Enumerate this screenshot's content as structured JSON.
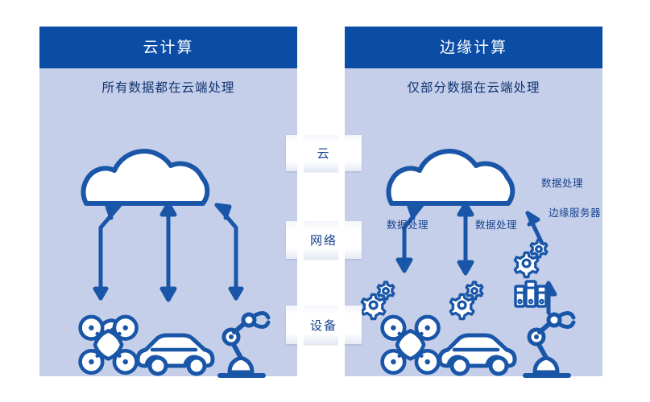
{
  "diagram": {
    "title_left": "云计算",
    "title_right": "边缘计算",
    "colors": {
      "header_blue": "#0b4ca5",
      "panel_background": "#c5cfea",
      "stroke_blue": "#1a56a8",
      "label_blue": "#16418c",
      "icon_fill": "#ffffff",
      "page_background": "#ffffff"
    }
  },
  "left_panel": {
    "header": "云计算",
    "subtitle": "所有数据都在云端处理",
    "cloud_icon": "cloud-icon",
    "devices": [
      {
        "name": "drone",
        "icon": "drone-icon"
      },
      {
        "name": "car",
        "icon": "car-icon"
      },
      {
        "name": "robot-arm",
        "icon": "robot-arm-icon"
      }
    ],
    "arrows": [
      {
        "name": "drone-to-cloud",
        "type": "bidirectional-bent"
      },
      {
        "name": "car-to-cloud",
        "type": "bidirectional-straight"
      },
      {
        "name": "robot-to-cloud",
        "type": "bidirectional-bent"
      }
    ]
  },
  "right_panel": {
    "header": "边缘计算",
    "subtitle": "仅部分数据在云端处理",
    "cloud_icon": "cloud-icon",
    "devices": [
      {
        "name": "drone",
        "icon": "drone-icon"
      },
      {
        "name": "car",
        "icon": "car-icon"
      },
      {
        "name": "robot-arm",
        "icon": "robot-arm-icon"
      }
    ],
    "annotations": [
      {
        "name": "data-processing-drone",
        "icon": "gears-icon",
        "label": "数据处理"
      },
      {
        "name": "data-processing-car",
        "icon": "gears-icon",
        "label": "数据处理"
      },
      {
        "name": "data-processing-edge",
        "icon": "gears-icon",
        "label": "数据处理"
      },
      {
        "name": "edge-server",
        "icon": "server-icon",
        "label": "边缘服务器"
      }
    ],
    "arrows": [
      {
        "name": "drone-to-cloud",
        "type": "bidirectional-bent"
      },
      {
        "name": "car-to-cloud",
        "type": "bidirectional-straight"
      },
      {
        "name": "edge-server-to-cloud",
        "type": "unidirectional-up"
      },
      {
        "name": "robot-to-edge-server",
        "type": "unidirectional-up"
      }
    ]
  },
  "center_column": {
    "bands": [
      {
        "name": "layer-cloud",
        "label": "云"
      },
      {
        "name": "layer-network",
        "label": "网络"
      },
      {
        "name": "layer-device",
        "label": "设备"
      }
    ]
  }
}
